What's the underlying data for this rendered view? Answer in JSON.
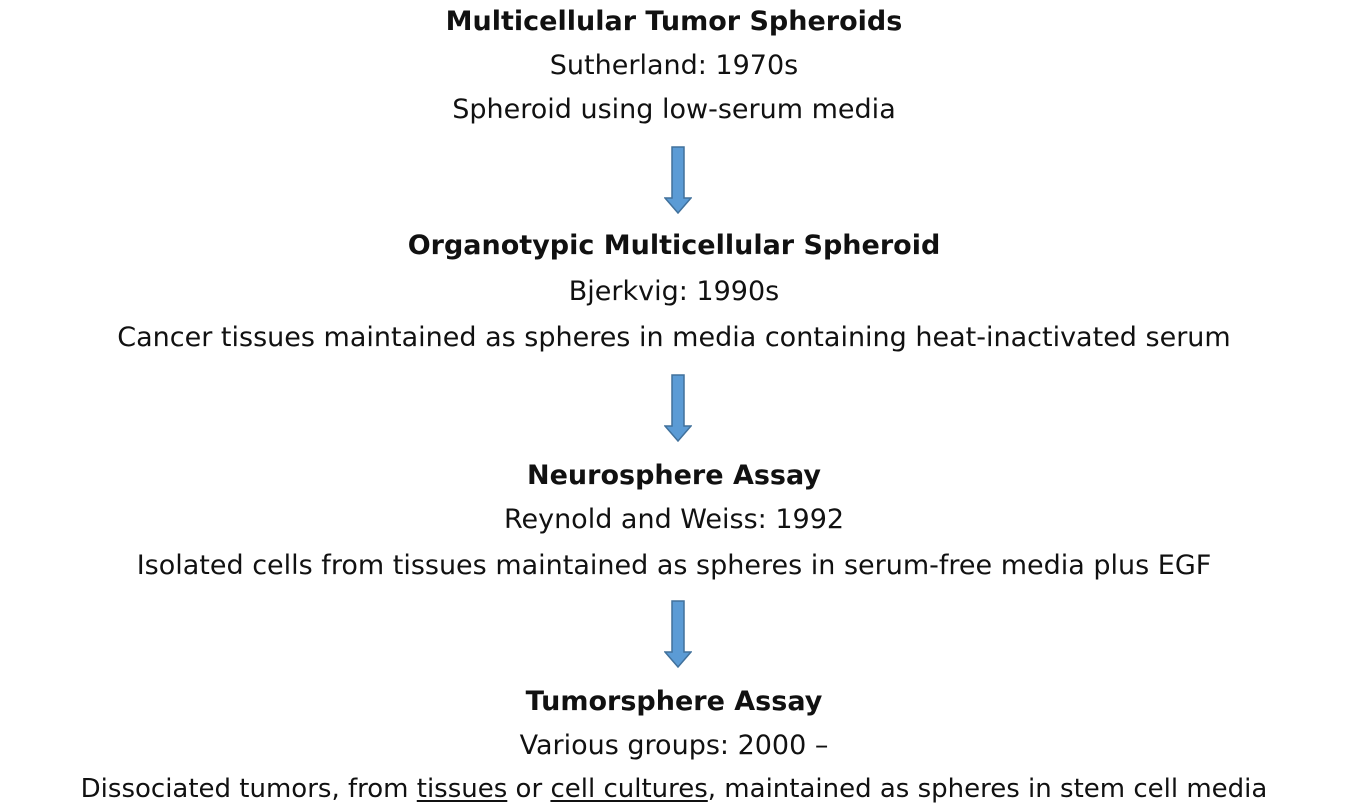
{
  "stages": [
    {
      "title": "Multicellular Tumor Spheroids",
      "subtitle": "Sutherland: 1970s",
      "description": "Spheroid using low-serum media"
    },
    {
      "title": "Organotypic Multicellular Spheroid",
      "subtitle": "Bjerkvig: 1990s",
      "description": "Cancer tissues maintained as spheres in media containing heat-inactivated serum"
    },
    {
      "title": "Neurosphere Assay",
      "subtitle": "Reynold and Weiss: 1992",
      "description": "Isolated cells from tissues maintained as spheres in serum-free  media plus EGF"
    },
    {
      "title": "Tumorsphere Assay",
      "subtitle": "Various groups: 2000 –",
      "description_parts": {
        "prefix": "Dissociated tumors, from ",
        "tissues": "tissues",
        "or": " or ",
        "cell_cultures": "cell cultures",
        "suffix": ", maintained as spheres in stem cell media"
      }
    }
  ],
  "arrow_colors": {
    "fill": "#5B9BD5",
    "stroke": "#41719C"
  }
}
